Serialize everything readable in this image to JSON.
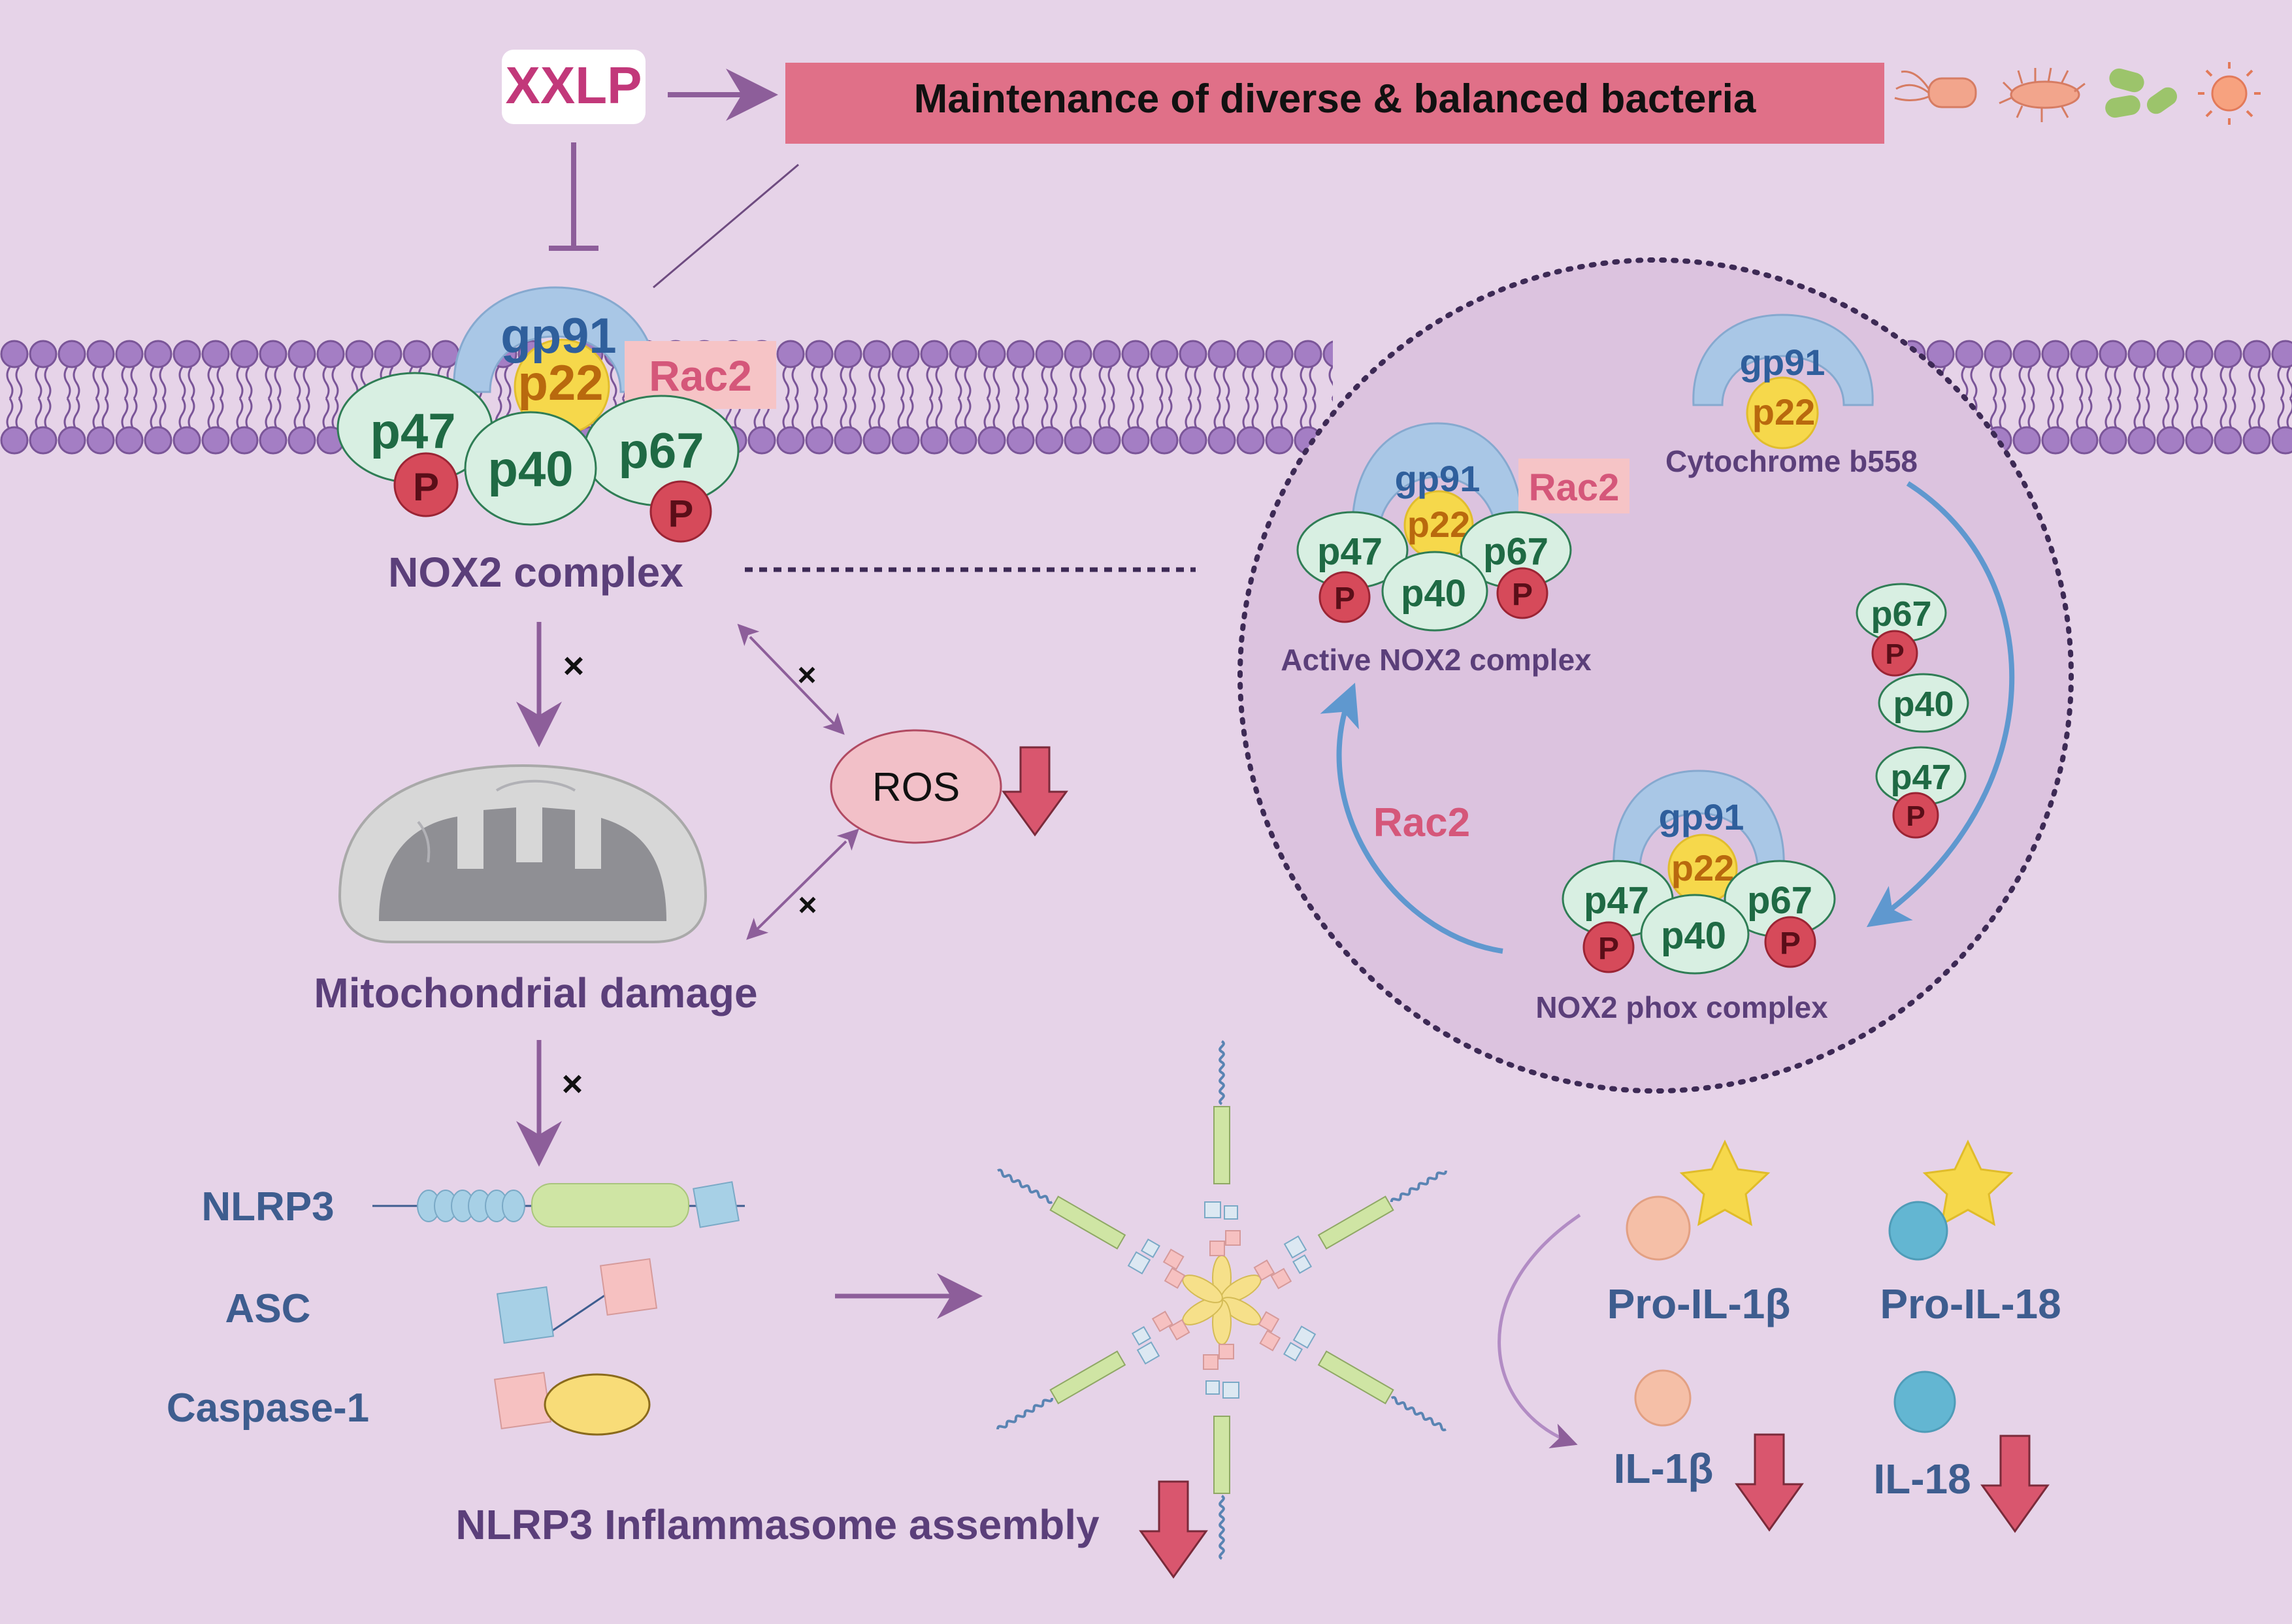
{
  "header": {
    "agent": "XXLP",
    "bacteria_banner": "Maintenance of diverse & balanced bacteria"
  },
  "nox2": {
    "gp91": "gp91",
    "p22": "p22",
    "rac2": "Rac2",
    "p47": "p47",
    "p40": "p40",
    "p67": "p67",
    "phospho": "P",
    "complex_label": "NOX2 complex"
  },
  "inset": {
    "cytochrome_label": "Cytochrome b558",
    "active_label": "Active NOX2 complex",
    "phox_label": "NOX2 phox complex",
    "rac2": "Rac2"
  },
  "pathway": {
    "ros": "ROS",
    "mito_label": "Mitochondrial damage",
    "block_mark": "×"
  },
  "inflammasome": {
    "nlrp3": "NLRP3",
    "asc": "ASC",
    "caspase": "Caspase-1",
    "assembly_label": "NLRP3 Inflammasome assembly"
  },
  "cytokines": {
    "pro_il1b": "Pro-IL-1β",
    "pro_il18": "Pro-IL-18",
    "il1b": "IL-1β",
    "il18": "IL-18"
  },
  "colors": {
    "background": "#e6d3e8",
    "banner": "#e07088",
    "agent_text": "#c2387a",
    "label_purple": "#5b3f7a",
    "label_blue": "#3e5d8f",
    "protein_green": "#d8efe2",
    "protein_text": "#1f6a44",
    "gp91_blue": "#a9c7e6",
    "p22_yellow": "#f6d84b",
    "phospho_red": "#d64a5a",
    "rac2_text": "#d5577a",
    "down_arrow": "#d9566e",
    "flow_arrow": "#8d5e9a",
    "cycle_arrow": "#5f98cf"
  }
}
